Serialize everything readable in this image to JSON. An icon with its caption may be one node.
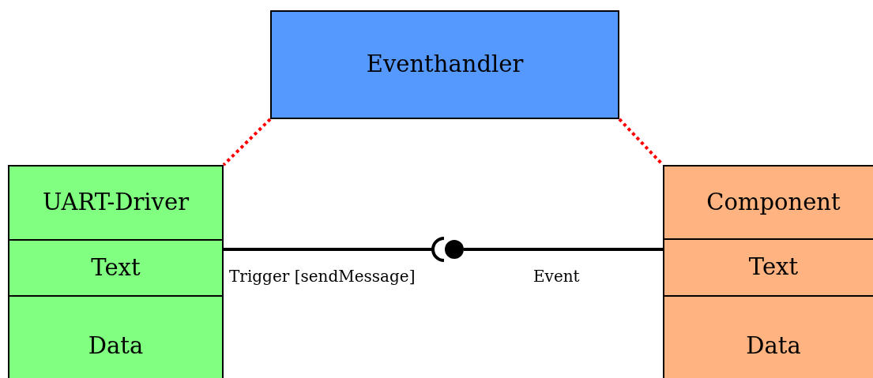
{
  "diagram": {
    "nodes": [
      {
        "text": [
          "Eventhandler"
        ]
      },
      {
        "text": [
          "UART-Driver",
          "Text",
          "Data"
        ]
      },
      {
        "text": [
          "Component",
          "Text",
          "Data"
        ]
      },
      {
        "text": [],
        "shape": "circle"
      }
    ],
    "edges": [
      {
        "from": 0,
        "to": 1,
        "arrow": "none",
        "style": "dashed",
        "color": "#ff0000"
      },
      {
        "from": 0,
        "to": 2,
        "arrow": "none",
        "style": "dashed",
        "color": "#ff0000"
      },
      {
        "from": 1,
        "to": 3,
        "arrow": "other",
        "label": "Trigger [sendMessage]",
        "color": "#000000"
      },
      {
        "from": 2,
        "to": 3,
        "arrow": "none",
        "label": "Event",
        "color": "#000000"
      }
    ]
  }
}
